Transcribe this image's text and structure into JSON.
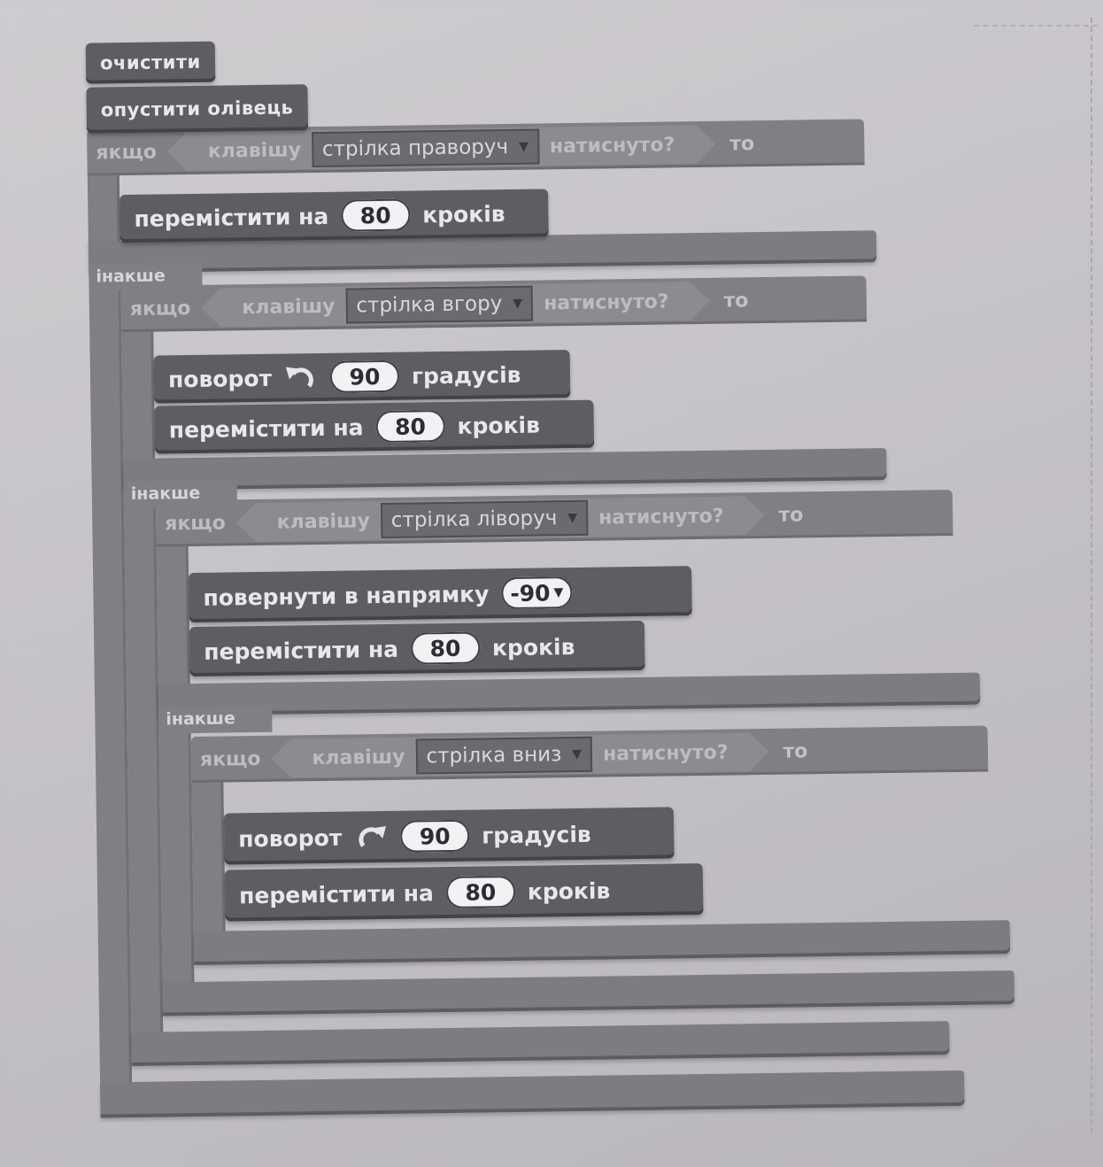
{
  "blocks": {
    "clear": "очистити",
    "pen_down": "опустити олівець",
    "if_kw": "якщо",
    "else_kw": "інакше",
    "then_kw": "то",
    "key_kw": "клавішу",
    "pressed_kw": "натиснуто?",
    "move_word": "перемістити на",
    "steps_word": "кроків",
    "turn_word": "поворот",
    "degrees_word": "градусів",
    "point_dir_word": "повернути в напрямку"
  },
  "conditions": [
    {
      "key": "стрілка праворуч"
    },
    {
      "key": "стрілка вгору"
    },
    {
      "key": "стрілка ліворуч"
    },
    {
      "key": "стрілка вниз"
    }
  ],
  "values": {
    "move1_steps": "80",
    "turn_left_degrees": "90",
    "move2_steps": "80",
    "direction": "-90",
    "move3_steps": "80",
    "turn_right_degrees": "90",
    "move4_steps": "80"
  },
  "icons": {
    "turn_left": "rotate-counterclockwise-icon",
    "turn_right": "rotate-clockwise-icon",
    "dropdown": "triangle-down-icon"
  },
  "colors": {
    "block": "#5e5d62",
    "control": "#807f84",
    "input": "#f2f2f4",
    "background": "#c9c6cb"
  }
}
